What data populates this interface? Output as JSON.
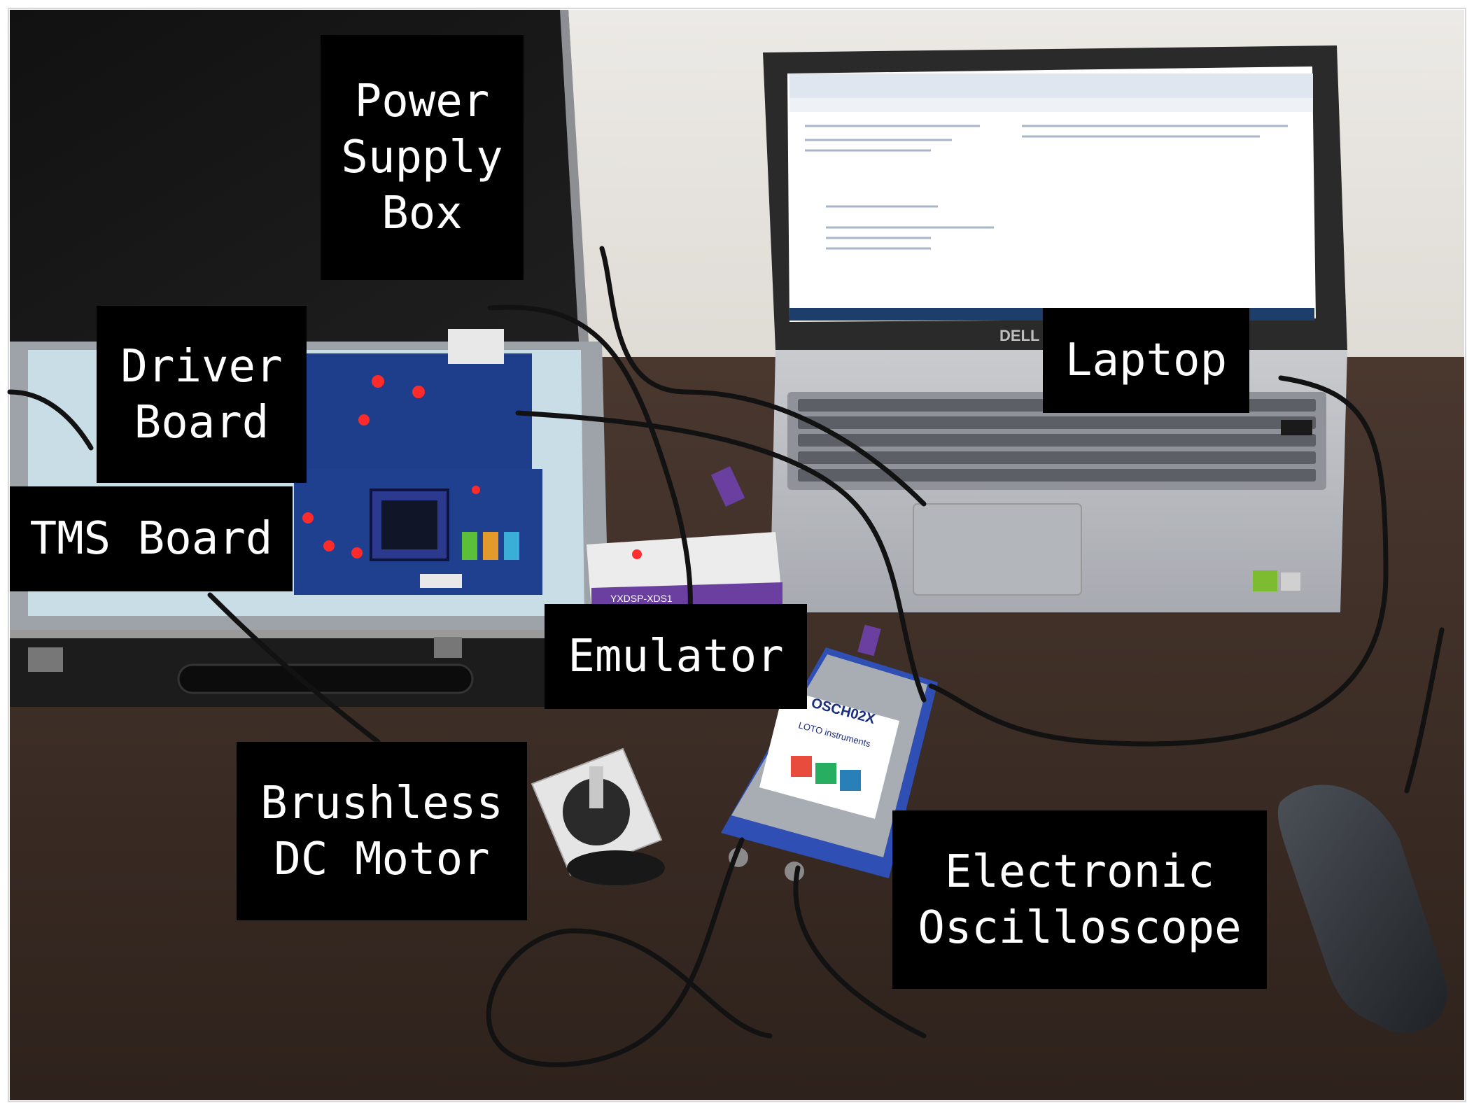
{
  "labels": {
    "power_supply_box": [
      "Power",
      "Supply",
      "Box"
    ],
    "driver_board": [
      "Driver",
      "Board"
    ],
    "tms_board": [
      "TMS Board"
    ],
    "laptop": [
      "Laptop"
    ],
    "emulator": [
      "Emulator"
    ],
    "brushless_dc_motor": [
      "Brushless",
      "DC Motor"
    ],
    "electronic_oscilloscope": [
      "Electronic",
      "Oscilloscope"
    ]
  },
  "device_text": {
    "laptop_brand": "DELL",
    "oscilloscope_model": "OSCH02X",
    "oscilloscope_maker": "LOTO instruments",
    "emulator_model": "YXDSP-XDS1"
  },
  "colors": {
    "desk": "#3a2b24",
    "wall": "#e9e6e1",
    "label_bg": "#000000",
    "label_text": "#ffffff",
    "oscilloscope_blue": "#2f4fb5",
    "emulator_purple": "#6a3fa0",
    "tms_board_blue": "#1f3f8f",
    "laptop_silver": "#b9bcc1"
  }
}
